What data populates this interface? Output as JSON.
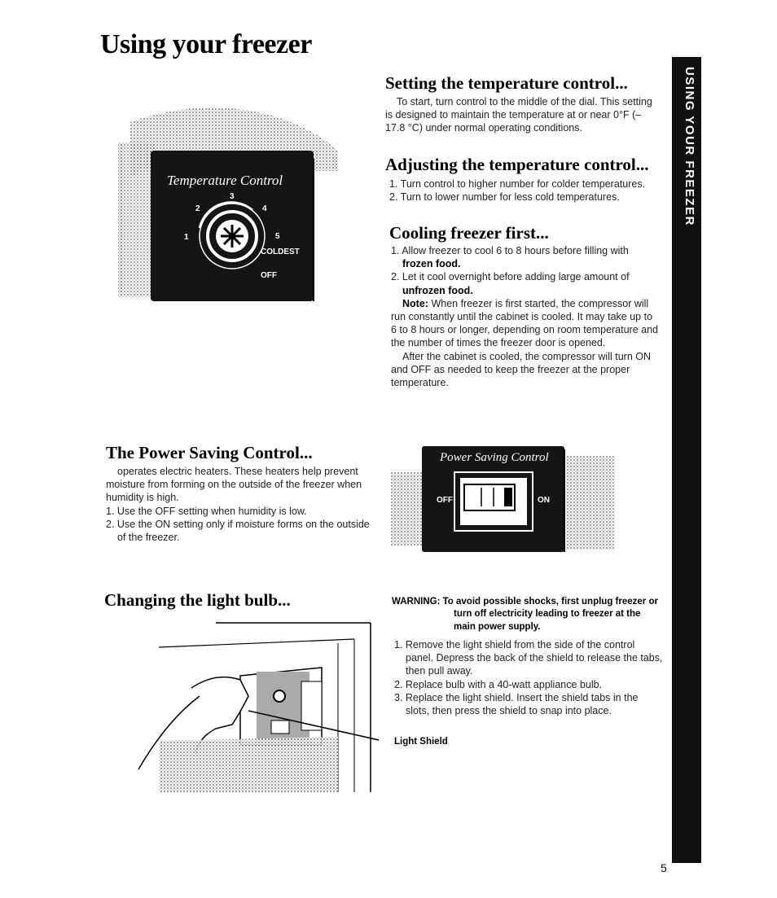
{
  "page_title": "Using your freezer",
  "sidebar_tab": "USING YOUR FREEZER",
  "page_number": "5",
  "temperature_control_panel": {
    "label": "Temperature Control",
    "dial_numbers": [
      "1",
      "2",
      "3",
      "4",
      "5"
    ],
    "coldest_label": "COLDEST",
    "off_label": "OFF"
  },
  "setting": {
    "heading": "Setting the temperature control...",
    "text": "To start, turn control to the middle of the dial. This setting is designed to maintain the temperature at or near 0°F (– 17.8 °C) under normal operating conditions."
  },
  "adjusting": {
    "heading": "Adjusting the temperature control...",
    "items": [
      "1. Turn control to higher number for colder temperatures.",
      "2. Turn to lower number for less cold temperatures."
    ]
  },
  "cooling": {
    "heading": "Cooling freezer first...",
    "item1_text": "1. Allow freezer to cool 6 to 8 hours before filling with",
    "item1_bold": "frozen food.",
    "item2_text": "2. Let it cool overnight before adding large amount of",
    "item2_bold": "unfrozen food.",
    "note_label": "Note:",
    "note_text": "When freezer is first started, the compressor will run constantly until the cabinet is cooled. It may take up to 6 to 8 hours or longer, depending on room temperature and the number of times the freezer door is opened.",
    "after_text": "After the cabinet is cooled, the compressor will turn ON and OFF as needed to keep the freezer at the proper temperature."
  },
  "power_saving": {
    "heading": "The Power Saving Control...",
    "text": "operates electric heaters. These heaters help prevent moisture from forming on the outside of the freezer when humidity is high.",
    "items": [
      "1. Use the OFF setting when humidity is low.",
      "2. Use the ON setting only if moisture forms on the outside of the freezer."
    ],
    "panel_label": "Power Saving Control",
    "off_label": "OFF",
    "on_label": "ON"
  },
  "light_bulb": {
    "heading": "Changing the light bulb...",
    "warning_label": "WARNING:",
    "warning_text": "To avoid possible shocks, first unplug freezer or turn off electricity leading to freezer at the main power supply.",
    "items": [
      "1. Remove the light shield from the side of the control panel. Depress the back of the shield to release the tabs, then pull away.",
      "2. Replace bulb with a 40-watt appliance bulb.",
      "3. Replace the light shield. Insert the shield tabs in the slots, then press the shield to snap into place."
    ],
    "callout_label": "Light Shield"
  },
  "colors": {
    "ink": "#111111",
    "panel": "#151515",
    "paper": "#ffffff"
  }
}
